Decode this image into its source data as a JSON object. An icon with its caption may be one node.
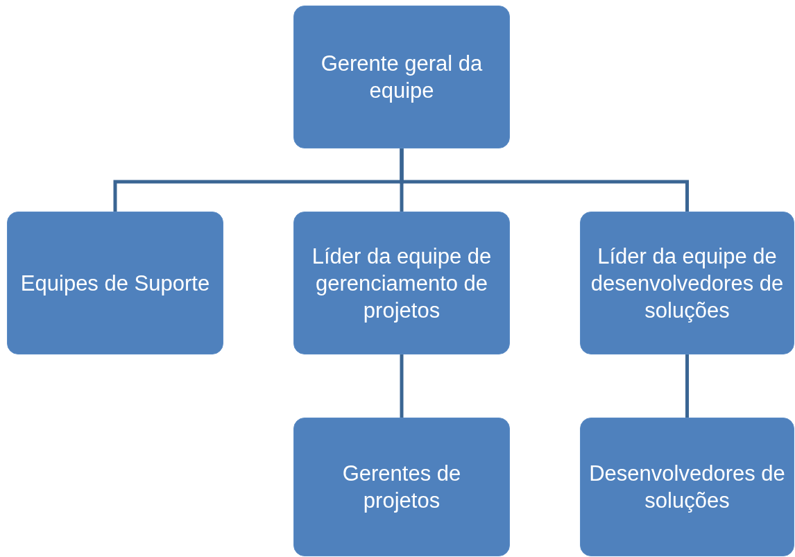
{
  "diagram": {
    "nodes": [
      {
        "text": [
          "Gerente geral da equipe"
        ]
      },
      {
        "text": [
          "Equipes de Suporte"
        ]
      },
      {
        "text": [
          "Líder da equipe de gerenciamento de projetos"
        ]
      },
      {
        "text": [
          "Líder da equipe de desenvolvedores de soluções"
        ]
      },
      {
        "text": [
          "Gerentes de projetos"
        ]
      },
      {
        "text": [
          "Desenvolvedores de soluções"
        ]
      }
    ],
    "edges": [
      {
        "from": 0,
        "to": 1,
        "arrow": "none"
      },
      {
        "from": 0,
        "to": 2,
        "arrow": "none"
      },
      {
        "from": 0,
        "to": 3,
        "arrow": "none"
      },
      {
        "from": 2,
        "to": 4,
        "arrow": "none"
      },
      {
        "from": 3,
        "to": 5,
        "arrow": "none"
      }
    ]
  }
}
